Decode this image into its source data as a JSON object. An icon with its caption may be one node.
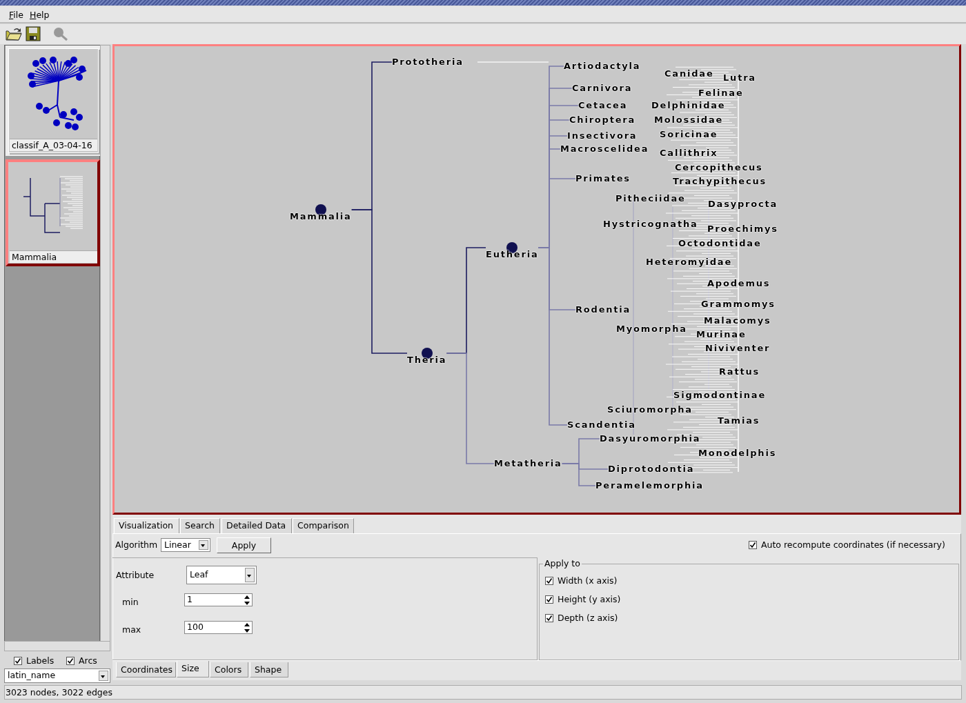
{
  "diagram": {
    "nodes": [
      {
        "text": [
          "Mammalia"
        ]
      },
      {
        "text": [
          "Prototheria"
        ]
      },
      {
        "text": [
          "Theria"
        ]
      },
      {
        "text": [
          "Eutheria"
        ]
      },
      {
        "text": [
          "Artiodactyla"
        ]
      },
      {
        "text": [
          "Carnivora"
        ]
      },
      {
        "text": [
          "Cetacea"
        ]
      },
      {
        "text": [
          "Chiroptera"
        ]
      },
      {
        "text": [
          "Insectivora"
        ]
      },
      {
        "text": [
          "Macroscelidea"
        ]
      },
      {
        "text": [
          "Primates"
        ]
      },
      {
        "text": [
          "Rodentia"
        ]
      },
      {
        "text": [
          "Scandentia"
        ]
      },
      {
        "text": [
          "Metatheria"
        ]
      },
      {
        "text": [
          "Dasyuromorphia"
        ]
      },
      {
        "text": [
          "Diprotodontia"
        ]
      },
      {
        "text": [
          "Peramelemorphia"
        ]
      }
    ],
    "edges": [
      {
        "from": 0,
        "to": 1,
        "arrow": "none",
        "color": "#1c1c60"
      },
      {
        "from": 0,
        "to": 2,
        "arrow": "none",
        "color": "#1c1c60"
      },
      {
        "from": 2,
        "to": 3,
        "arrow": "none",
        "color": "#1c1c60"
      },
      {
        "from": 2,
        "to": 13,
        "arrow": "none"
      },
      {
        "from": 3,
        "to": 4,
        "arrow": "none"
      },
      {
        "from": 3,
        "to": 5,
        "arrow": "none"
      },
      {
        "from": 3,
        "to": 6,
        "arrow": "none"
      },
      {
        "from": 3,
        "to": 7,
        "arrow": "none"
      },
      {
        "from": 3,
        "to": 8,
        "arrow": "none"
      },
      {
        "from": 3,
        "to": 9,
        "arrow": "none"
      },
      {
        "from": 3,
        "to": 10,
        "arrow": "none"
      },
      {
        "from": 3,
        "to": 11,
        "arrow": "none"
      },
      {
        "from": 3,
        "to": 12,
        "arrow": "none"
      },
      {
        "from": 13,
        "to": 14,
        "arrow": "none"
      },
      {
        "from": 13,
        "to": 15,
        "arrow": "none"
      },
      {
        "from": 13,
        "to": 16,
        "arrow": "none"
      }
    ],
    "labels": [
      "File",
      "Help",
      "classif_A_03-04-16",
      "Mammalia",
      "Canidae",
      "Lutra",
      "Felinae",
      "Delphinidae",
      "Molossidae",
      "Soricinae",
      "Callithrix",
      "Cercopithecus",
      "Trachypithecus",
      "Pitheciidae",
      "Dasyprocta",
      "Hystricognatha",
      "Proechimys",
      "Octodontidae",
      "Heteromyidae",
      "Apodemus",
      "Grammomys",
      "Malacomys",
      "Myomorpha",
      "Murinae",
      "Niviventer",
      "Rattus",
      "Sigmodontinae",
      "Sciuromorpha",
      "Tamias",
      "Monodelphis",
      "Visualization",
      "Search",
      "Detailed Data",
      "Comparison",
      "Algorithm",
      "Linear",
      "Apply",
      "Auto recompute coordinates (if necessary)",
      "Apply to",
      "Attribute",
      "Leaf",
      "Width (x axis)",
      "min",
      "1",
      "Height (y axis)",
      "max",
      "100",
      "Depth (z axis)",
      "Labels",
      "Arcs",
      "Coordinates",
      "Size",
      "Colors",
      "Shape",
      "latin_name",
      "3023 nodes, 3022 edges"
    ]
  }
}
